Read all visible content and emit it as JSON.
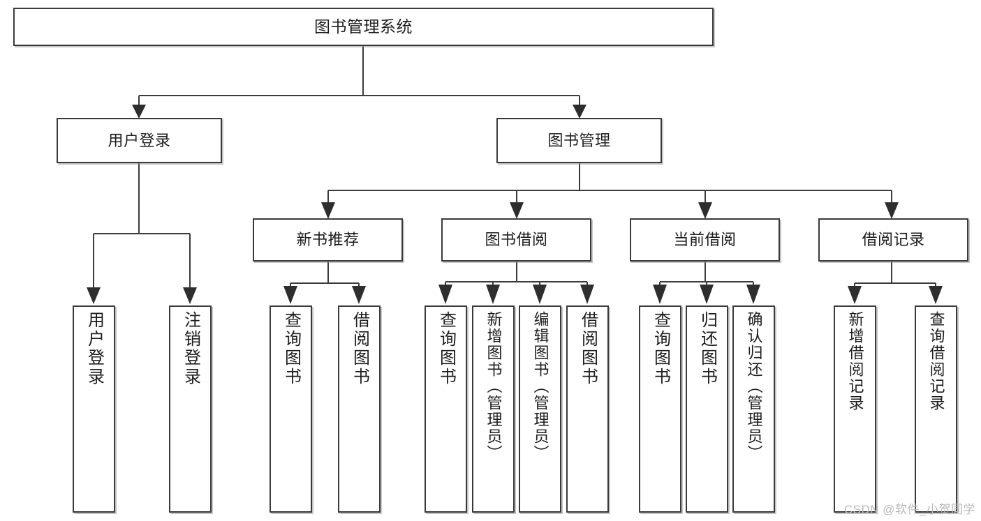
{
  "diagram": {
    "type": "tree-hierarchy",
    "title": "图书管理系统",
    "watermark": "CSDN @软件_小贺同学",
    "colors": {
      "box_border": "#3a3a3a",
      "box_fill": "#ffffff",
      "connector": "#3b3b3b",
      "arrow": "#2e2e2e",
      "text": "#1d1d1d",
      "watermark": "#b9b9b9",
      "background": "#ffffff"
    },
    "levels": {
      "root": "图书管理系统",
      "level2": [
        "用户登录",
        "图书管理"
      ],
      "level3": [
        "新书推荐",
        "图书借阅",
        "当前借阅",
        "借阅记录"
      ]
    },
    "nodes": {
      "root": {
        "label": "图书管理系统"
      },
      "user_login": {
        "label": "用户登录"
      },
      "book_manage": {
        "label": "图书管理"
      },
      "new_book_rec": {
        "label": "新书推荐"
      },
      "book_borrow": {
        "label": "图书借阅"
      },
      "current_borrow": {
        "label": "当前借阅"
      },
      "borrow_record": {
        "label": "借阅记录"
      },
      "leaf_user_login": {
        "label": "用户登录"
      },
      "leaf_user_logout": {
        "label": "注销登录"
      },
      "leaf_query_book_1": {
        "label": "查询图书"
      },
      "leaf_borrow_book_1": {
        "label": "借阅图书"
      },
      "leaf_query_book_2": {
        "label": "查询图书"
      },
      "leaf_add_book": {
        "label": "新增图书（管理员）"
      },
      "leaf_edit_book": {
        "label": "编辑图书（管理员）"
      },
      "leaf_borrow_book_2": {
        "label": "借阅图书"
      },
      "leaf_query_book_3": {
        "label": "查询图书"
      },
      "leaf_return_book": {
        "label": "归还图书"
      },
      "leaf_confirm_return": {
        "label": "确认归还（管理员）"
      },
      "leaf_add_record": {
        "label": "新增借阅记录"
      },
      "leaf_query_record": {
        "label": "查询借阅记录"
      }
    },
    "edges": [
      {
        "from": "图书管理系统",
        "to": "用户登录"
      },
      {
        "from": "图书管理系统",
        "to": "图书管理"
      },
      {
        "from": "用户登录",
        "to": "用户登录"
      },
      {
        "from": "用户登录",
        "to": "注销登录"
      },
      {
        "from": "图书管理",
        "to": "新书推荐"
      },
      {
        "from": "图书管理",
        "to": "图书借阅"
      },
      {
        "from": "图书管理",
        "to": "当前借阅"
      },
      {
        "from": "图书管理",
        "to": "借阅记录"
      },
      {
        "from": "新书推荐",
        "to": "查询图书"
      },
      {
        "from": "新书推荐",
        "to": "借阅图书"
      },
      {
        "from": "图书借阅",
        "to": "查询图书"
      },
      {
        "from": "图书借阅",
        "to": "新增图书（管理员）"
      },
      {
        "from": "图书借阅",
        "to": "编辑图书（管理员）"
      },
      {
        "from": "图书借阅",
        "to": "借阅图书"
      },
      {
        "from": "当前借阅",
        "to": "查询图书"
      },
      {
        "from": "当前借阅",
        "to": "归还图书"
      },
      {
        "from": "当前借阅",
        "to": "确认归还（管理员）"
      },
      {
        "from": "借阅记录",
        "to": "新增借阅记录"
      },
      {
        "from": "借阅记录",
        "to": "查询借阅记录"
      }
    ]
  }
}
